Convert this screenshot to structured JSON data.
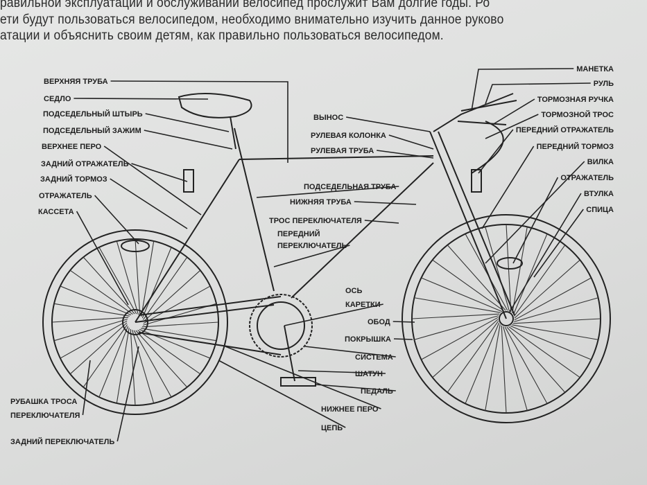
{
  "intro_lines": [
    "равильной эксплуатации и обслуживании велосипед прослужит Вам долгие годы. Ро",
    "ети будут пользоваться велосипедом, необходимо внимательно изучить данное руково",
    "атации и объяснить своим детям, как правильно пользоваться велосипедом."
  ],
  "labels_left": [
    "ВЕРХНЯЯ ТРУБА",
    "СЕДЛО",
    "ПОДСЕДЕЛЬНЫЙ ШТЫРЬ",
    "ПОДСЕДЕЛЬНЫЙ ЗАЖИМ",
    "ВЕРХНЕЕ ПЕРО",
    "ЗАДНИЙ ОТРАЖАТЕЛЬ",
    "ЗАДНИЙ ТОРМОЗ",
    "ОТРАЖАТЕЛЬ",
    "КАССЕТА"
  ],
  "labels_right": [
    "МАНЕТКА",
    "РУЛЬ",
    "ТОРМОЗНАЯ РУЧКА",
    "ТОРМОЗНОЙ ТРОС",
    "ПЕРЕДНИЙ ОТРАЖАТЕЛЬ",
    "ПЕРЕДНИЙ ТОРМОЗ",
    "ВИЛКА",
    "ОТРАЖАТЕЛЬ",
    "ВТУЛКА",
    "СПИЦА"
  ],
  "labels_center": [
    "ВЫНОС",
    "РУЛЕВАЯ КОЛОНКА",
    "РУЛЕВАЯ ТРУБА",
    "ПОДСЕДЕЛЬНАЯ ТРУБА",
    "НИЖНЯЯ ТРУБА",
    "ТРОС ПЕРЕКЛЮЧАТЕЛЯ",
    "ПЕРЕДНИЙ",
    "ПЕРЕКЛЮЧАТЕЛЬ",
    "ОСЬ",
    "КАРЕТКИ",
    "ОБОД",
    "ПОКРЫШКА",
    "СИСТЕМА",
    "ШАТУН",
    "ПЕДАЛЬ",
    "НИЖНЕЕ ПЕРО",
    "ЦЕПЬ"
  ],
  "labels_bottom_left": [
    "РУБАШКА ТРОСА",
    "ПЕРЕКЛЮЧАТЕЛЯ",
    "ЗАДНИЙ ПЕРЕКЛЮЧАТЕЛЬ"
  ]
}
